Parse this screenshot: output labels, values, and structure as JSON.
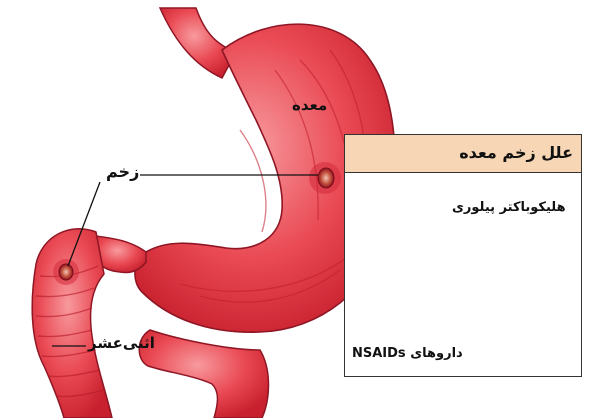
{
  "labels": {
    "stomach": "معده",
    "ulcer": "زخم",
    "duodenum": "اثنی‌عشر"
  },
  "panel": {
    "title": "علل زخم معده",
    "bacteria": "هلیکوباکتر پیلوری",
    "drugs": "داروهای NSAIDs"
  },
  "colors": {
    "stomach": "#e8404a",
    "stomach_light": "#f4858a",
    "ulcer": "#a3122a",
    "panel_header": "#f6d6b4",
    "bacteria": "#b5651d"
  }
}
